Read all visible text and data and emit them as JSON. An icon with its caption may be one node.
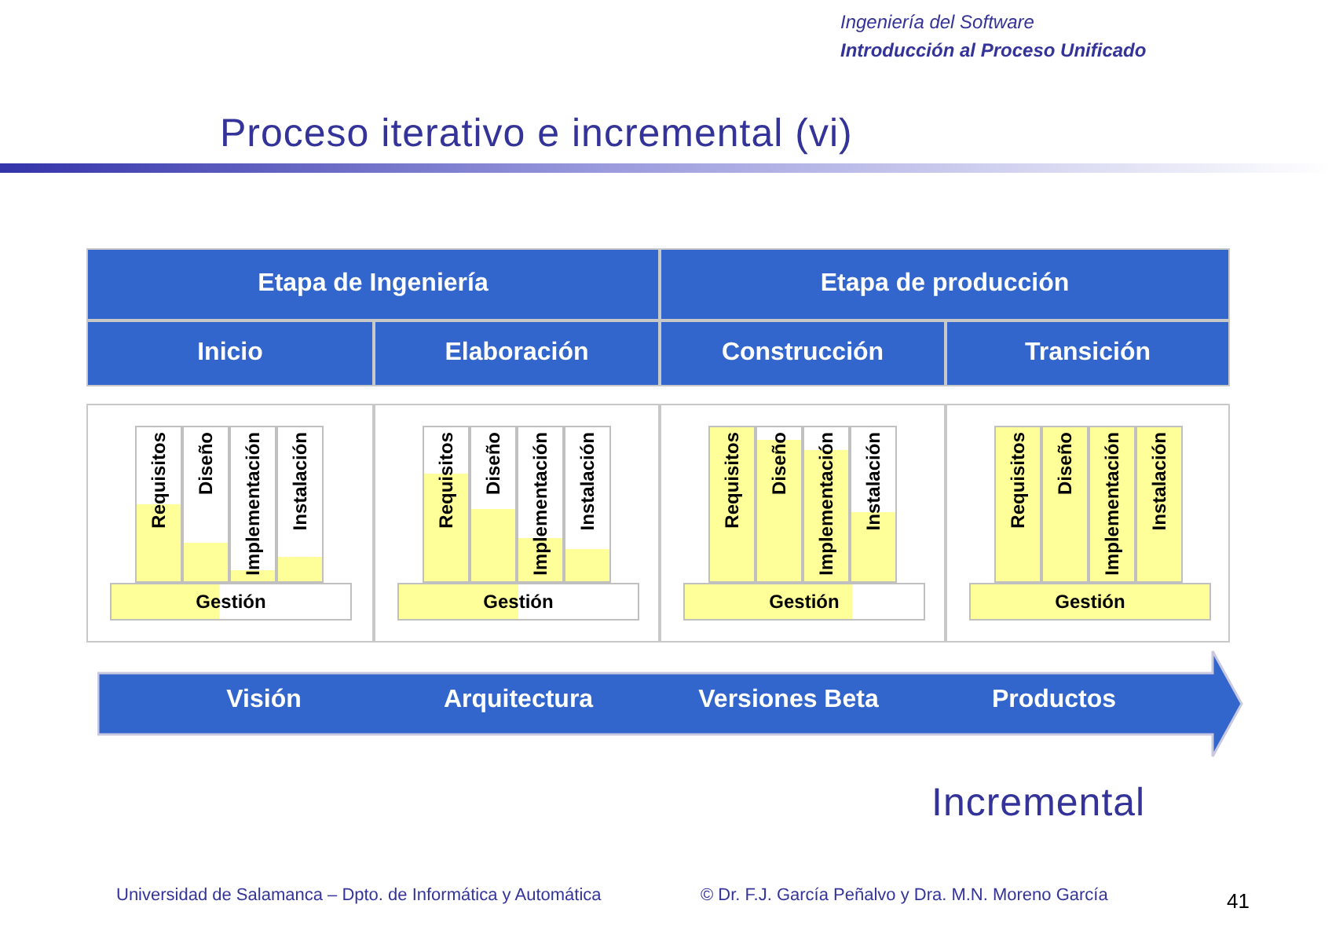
{
  "diagram": {
    "title": "Proceso iterativo e incremental (vi)",
    "nodes": [
      {
        "text": [
          "Etapa de Ingeniería"
        ]
      },
      {
        "text": [
          "Etapa de producción"
        ]
      },
      {
        "text": [
          "Inicio"
        ]
      },
      {
        "text": [
          "Elaboración"
        ]
      },
      {
        "text": [
          "Construcción"
        ]
      },
      {
        "text": [
          "Transición"
        ]
      },
      {
        "text": [],
        "shape": "box"
      },
      {
        "text": [
          "Requisitos"
        ],
        "in": 6
      },
      {
        "text": [
          "Diseño"
        ],
        "in": 6
      },
      {
        "text": [
          "Implementación"
        ],
        "in": 6
      },
      {
        "text": [
          "Instalación"
        ],
        "in": 6
      },
      {
        "text": [
          "Gestión"
        ],
        "in": 6
      },
      {
        "text": [],
        "shape": "box"
      },
      {
        "text": [
          "Requisitos"
        ],
        "in": 12
      },
      {
        "text": [
          "Diseño"
        ],
        "in": 12
      },
      {
        "text": [
          "Implementación"
        ],
        "in": 12
      },
      {
        "text": [
          "Instalación"
        ],
        "in": 12
      },
      {
        "text": [
          "Gestión"
        ],
        "in": 12
      },
      {
        "text": [],
        "shape": "box"
      },
      {
        "text": [
          "Requisitos"
        ],
        "in": 18
      },
      {
        "text": [
          "Diseño"
        ],
        "in": 18
      },
      {
        "text": [
          "Implementación"
        ],
        "in": 18
      },
      {
        "text": [
          "Instalación"
        ],
        "in": 18
      },
      {
        "text": [
          "Gestión"
        ],
        "in": 18
      },
      {
        "text": [],
        "shape": "box"
      },
      {
        "text": [
          "Requisitos"
        ],
        "in": 24
      },
      {
        "text": [
          "Diseño"
        ],
        "in": 24
      },
      {
        "text": [
          "Implementación"
        ],
        "in": 24
      },
      {
        "text": [
          "Instalación"
        ],
        "in": 24
      },
      {
        "text": [
          "Gestión"
        ],
        "in": 24
      },
      {
        "text": [
          "Visión",
          "Arquitectura",
          "Versiones Beta",
          "Productos"
        ]
      }
    ],
    "labels": [
      "Ingeniería del Software",
      "Introducción al Proceso Unificado",
      "Incremental",
      "Universidad de Salamanca – Dpto. de Informática y Automática",
      "© Dr. F.J. García Peñalvo y Dra. M.N. Moreno García",
      "41"
    ]
  }
}
